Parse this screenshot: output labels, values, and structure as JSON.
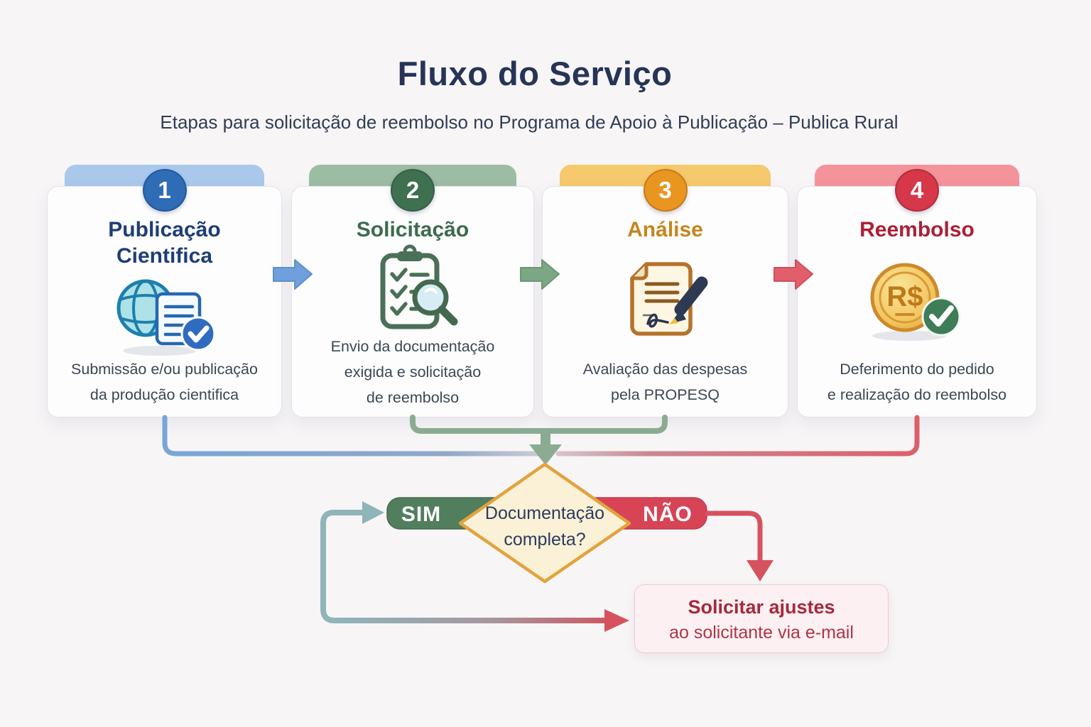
{
  "page": {
    "title": "Fluxo do Serviço",
    "subtitle": "Etapas para solicitação de reembolso no Programa de Apoio à Publicação – Publica Rural"
  },
  "steps": [
    {
      "number": "1",
      "title_lines": [
        "Publicação",
        "Cientifica"
      ],
      "description_lines": [
        "Submissão e/ou publicação",
        "da produção cientifica"
      ],
      "icon": "globe-document-check-icon",
      "tab_color": "#a9c8ec",
      "badge_color": "#2f6cb6",
      "title_color": "#1e3e74"
    },
    {
      "number": "2",
      "title_lines": [
        "Solicitação"
      ],
      "description_lines": [
        "Envio da documentação",
        "exigida e solicitação",
        "de reembolso"
      ],
      "icon": "clipboard-magnifier-icon",
      "tab_color": "#9cbca3",
      "badge_color": "#3f7050",
      "title_color": "#3c6b4d"
    },
    {
      "number": "3",
      "title_lines": [
        "Análise"
      ],
      "description_lines": [
        "Avaliação das despesas",
        "pela PROPESQ"
      ],
      "icon": "document-pen-icon",
      "tab_color": "#f5c96c",
      "badge_color": "#e8961f",
      "title_color": "#c5861d"
    },
    {
      "number": "4",
      "title_lines": [
        "Reembolso"
      ],
      "description_lines": [
        "Deferimento do pedido",
        "e realização do reembolso"
      ],
      "icon": "coin-check-icon",
      "coin_label": "R$",
      "tab_color": "#f4939a",
      "badge_color": "#d63749",
      "title_color": "#aa2135"
    }
  ],
  "decision": {
    "question_lines": [
      "Documentação",
      "completa?"
    ],
    "yes_label": "SIM",
    "no_label": "NÃO",
    "diamond_fill": "#faf1d6",
    "diamond_border": "#e2a33d",
    "yes_color": "#517e5d",
    "no_color": "#d64456",
    "question_color": "#2c3b5e"
  },
  "action_box": {
    "line1": "Solicitar ajustes",
    "line2": "ao solicitante via e-mail",
    "background": "#fcf0f2",
    "text_color": "#a32a3c"
  },
  "connectors": {
    "step1_blue": "#79a5d8",
    "step2_green": "#8aab92",
    "merge_arrow_green": "#8cab93",
    "step4_red": "#dd5f6a",
    "no_branch_red": "#d5525e",
    "loop_teal": "#8fb4b9",
    "arrow_blue": "#6fa0dd",
    "arrow_green": "#7ca784",
    "arrow_red": "#e15f6b"
  }
}
